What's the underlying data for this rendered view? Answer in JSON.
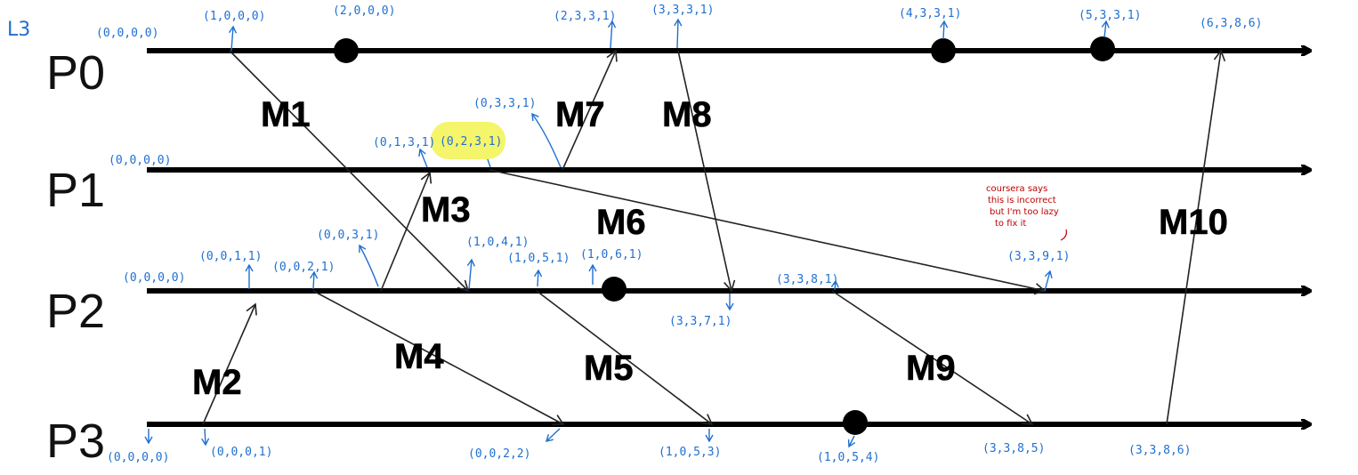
{
  "corner_label": "L3",
  "colors": {
    "timeline": "#000000",
    "message": "#222222",
    "annotation": "#1f6fd1",
    "highlight": "#f4f56a",
    "note": "#c00000"
  },
  "processes": [
    {
      "id": "p0",
      "label": "P0"
    },
    {
      "id": "p1",
      "label": "P1"
    },
    {
      "id": "p2",
      "label": "P2"
    },
    {
      "id": "p3",
      "label": "P3"
    }
  ],
  "messages": [
    {
      "id": "m1",
      "label": "M1",
      "from": "P0",
      "to": "P2"
    },
    {
      "id": "m2",
      "label": "M2",
      "from": "P3",
      "to": "P2"
    },
    {
      "id": "m3",
      "label": "M3",
      "from": "P2",
      "to": "P1"
    },
    {
      "id": "m4",
      "label": "M4",
      "from": "P2",
      "to": "P3"
    },
    {
      "id": "m5",
      "label": "M5",
      "from": "P2",
      "to": "P3"
    },
    {
      "id": "m6",
      "label": "M6",
      "from": "P1",
      "to": "P2"
    },
    {
      "id": "m7",
      "label": "M7",
      "from": "P1",
      "to": "P0"
    },
    {
      "id": "m8",
      "label": "M8",
      "from": "P0",
      "to": "P2"
    },
    {
      "id": "m9",
      "label": "M9",
      "from": "P2",
      "to": "P3"
    },
    {
      "id": "m10",
      "label": "M10",
      "from": "P3",
      "to": "P0"
    }
  ],
  "timestamps": {
    "p0": [
      "(0,0,0,0)",
      "(1,0,0,0)",
      "(2,0,0,0)",
      "(2,3,3,1)",
      "(3,3,3,1)",
      "(4,3,3,1)",
      "(5,3,3,1)",
      "(6,3,8,6)"
    ],
    "p1": [
      "(0,0,0,0)",
      "(0,1,3,1)",
      "(0,2,3,1)",
      "(0,3,3,1)"
    ],
    "p2": [
      "(0,0,0,0)",
      "(0,0,1,1)",
      "(0,0,2,1)",
      "(0,0,3,1)",
      "(1,0,4,1)",
      "(1,0,5,1)",
      "(1,0,6,1)",
      "(3,3,7,1)",
      "(3,3,8,1)",
      "(3,3,9,1)"
    ],
    "p3": [
      "(0,0,0,0)",
      "(0,0,0,1)",
      "(0,0,2,2)",
      "(1,0,5,3)",
      "(1,0,5,4)",
      "(3,3,8,5)",
      "(3,3,8,6)"
    ]
  },
  "note_lines": [
    "coursera says",
    "this is incorrect",
    "but I'm too lazy",
    "to fix it"
  ]
}
